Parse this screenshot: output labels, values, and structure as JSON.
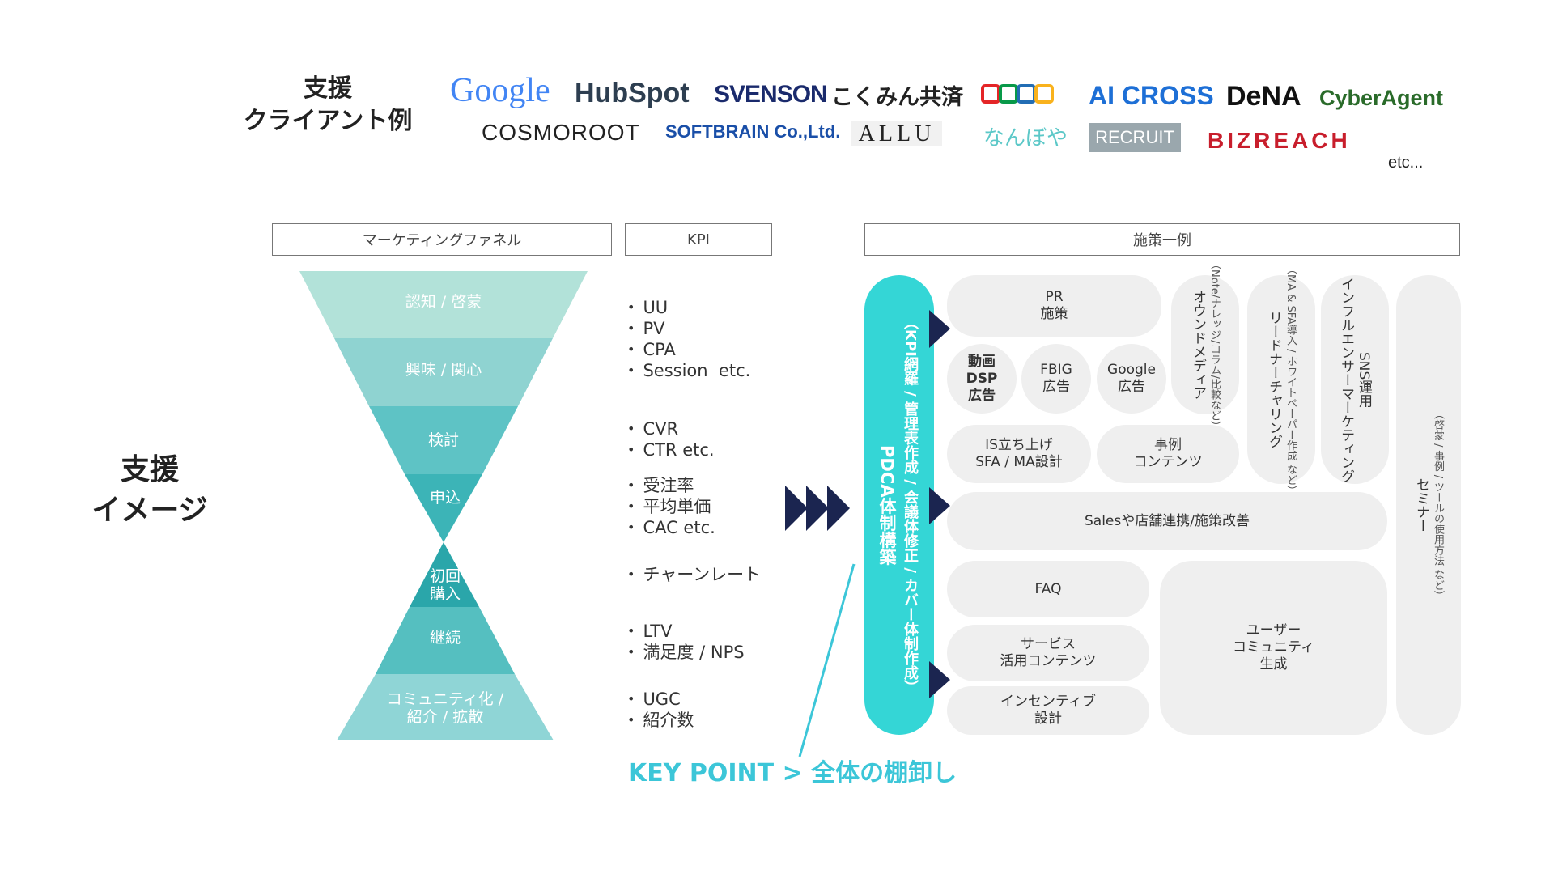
{
  "clients": {
    "title": "支援\nクライアント例",
    "logos": [
      "Google",
      "HubSpot",
      "SVENSON",
      "こくみん共済",
      "ZOHO",
      "AI CROSS",
      "DeNA",
      "CyberAgent",
      "COSMOROOT",
      "SOFTBRAIN Co.,Ltd.",
      "ALLU",
      "なんぼや",
      "RECRUIT",
      "BIZREACH"
    ],
    "etc": "etc..."
  },
  "side_label": "支援\nイメージ",
  "headers": {
    "funnel": "マーケティングファネル",
    "kpi": "KPI",
    "measures": "施策一例"
  },
  "funnel": {
    "stages": [
      "認知 / 啓蒙",
      "興味 / 関心",
      "検討",
      "申込",
      "初回\n購入",
      "継続",
      "コミュニティ化 /\n紹介 / 拡散"
    ],
    "colors": [
      "#b2e2d9",
      "#8fd3d1",
      "#5ec3c5",
      "#3cb4b7",
      "#2aa6aa",
      "#55bfc0",
      "#8fd5d6"
    ]
  },
  "kpi": {
    "groups": [
      [
        "UU",
        "PV",
        "CPA",
        "Session  etc."
      ],
      [
        "CVR",
        "CTR etc."
      ],
      [
        "受注率",
        "平均単価",
        "CAC etc."
      ],
      [
        "チャーンレート"
      ],
      [
        "LTV",
        "満足度 / NPS"
      ],
      [
        "UGC",
        "紹介数"
      ]
    ]
  },
  "pdca": {
    "main": "PDCA体制構築",
    "sub": "（KPI網羅 / 管理表作成 / 会議体修正 / カバー体制作成）"
  },
  "measures": {
    "pr": "PR\n施策",
    "video": "動画\nDSP\n広告",
    "fbig": "FBIG\n広告",
    "google": "Google\n広告",
    "is": "IS立ち上げ\nSFA / MA設計",
    "case": "事例\nコンテンツ",
    "owned": "オウンドメディア",
    "owned_sub": "（Note/ナレッジ/コラム/比較など）",
    "lead": "リードナーチャリング",
    "lead_sub": "（MA & SFA導入 / ホワイトペーパー作成 など）",
    "sns": "SNS運用\nインフルエンサーマーケティング",
    "seminar": "セミナー",
    "seminar_sub": "（啓蒙 / 事例 / ツールの使用方法 など）",
    "sales": "Salesや店舗連携/施策改善",
    "faq": "FAQ",
    "service": "サービス\n活用コンテンツ",
    "incentive": "インセンティブ\n設計",
    "community": "ユーザー\nコミュニティ\n生成"
  },
  "keypoint": "KEY POINT > 全体の棚卸し",
  "colors": {
    "accent": "#34d6d6",
    "arrow": "#1b2550",
    "keypoint": "#3cc6d8",
    "pill": "#efefef"
  }
}
